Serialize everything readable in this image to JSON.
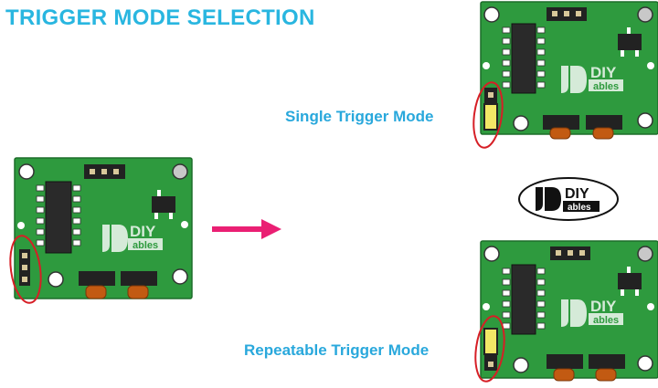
{
  "title": "TRIGGER MODE SELECTION",
  "modes": {
    "single": "Single Trigger Mode",
    "repeatable": "Repeatable Trigger Mode"
  },
  "brand": {
    "line1": "DIY",
    "line2": "ables"
  },
  "colors": {
    "title": "#29b6e0",
    "label": "#29a8dc",
    "pcb": "#2e9a3e",
    "pcb_edge": "#1d6d2a",
    "arrow": "#ea1f73",
    "highlight": "#d61f26",
    "jumper": "#f2e766"
  }
}
